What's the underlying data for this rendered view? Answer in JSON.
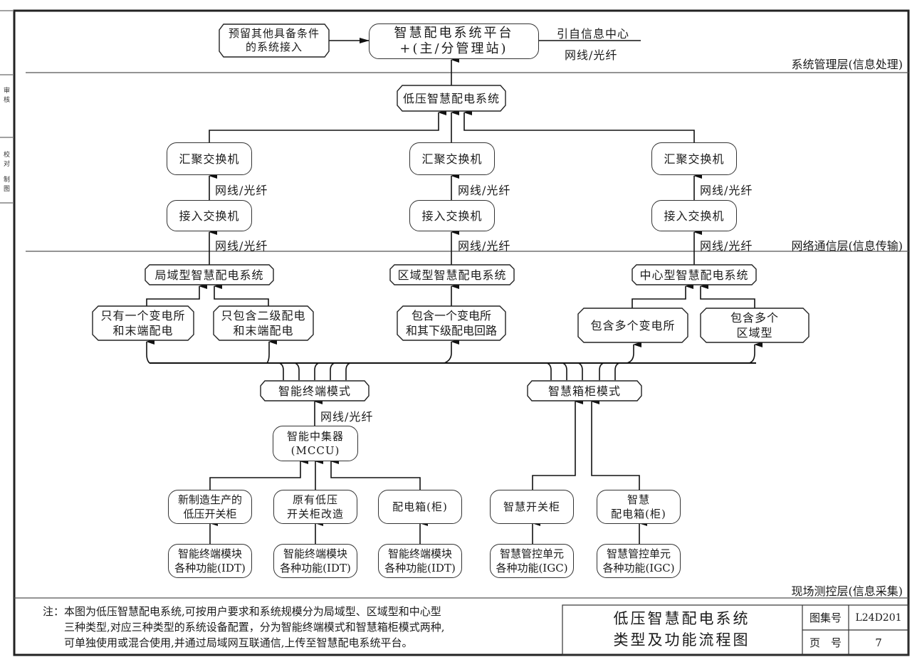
{
  "diagram": {
    "title_block": {
      "title": "低压智慧配电系统\n类型及功能流程图",
      "atlas_label": "图集号",
      "atlas_value": "L24D201",
      "page_label": "页　号",
      "page_value": "7"
    },
    "note": "注：本图为低压智慧配电系统,可按用户要求和系统规模分为局域型、区域型和中心型\n　　三种类型,对应三种类型的系统设备配置，分为智能终端模式和智慧箱柜模式两种,\n　　可单独使用或混合使用,并通过局域网互联通信,上传至智慧配电系统平台。",
    "left_strip": [
      "审核",
      "校对",
      "制图"
    ],
    "layers": {
      "management": "系统管理层(信息处理)",
      "network": "网络通信层(信息传输)",
      "field": "现场测控层(信息采集)"
    },
    "edge_labels": {
      "cable": "网线/光纤",
      "from_info_center": "引自信息中心"
    },
    "nodes": {
      "reserved": "预留其他具备条件\n的系统接入",
      "platform": "智慧配电系统平台\n+(主/分管理站)",
      "lv_system": "低压智慧配电系统",
      "agg_switch_1": "汇聚交换机",
      "agg_switch_2": "汇聚交换机",
      "agg_switch_3": "汇聚交换机",
      "access_switch_1": "接入交换机",
      "access_switch_2": "接入交换机",
      "access_switch_3": "接入交换机",
      "local_type": "局域型智慧配电系统",
      "regional_type": "区域型智慧配电系统",
      "central_type": "中心型智慧配电系统",
      "local_a": "只有一个变电所\n和末端配电",
      "local_b": "只包含二级配电\n和末端配电",
      "regional_a": "包含一个变电所\n和其下级配电回路",
      "central_a": "包含多个变电所",
      "central_b": "包含多个\n区域型",
      "terminal_mode": "智能终端模式",
      "cabinet_mode": "智慧箱柜模式",
      "mccu": "智能中集器\n(MCCU)",
      "new_switchgear": "新制造生产的\n低压开关柜",
      "retrofit_switchgear": "原有低压\n开关柜改造",
      "dist_box": "配电箱(柜)",
      "smart_switchgear": "智慧开关柜",
      "smart_dist_box": "智慧\n配电箱(柜)",
      "idt_1": "智能终端模块\n各种功能(IDT)",
      "idt_2": "智能终端模块\n各种功能(IDT)",
      "idt_3": "智能终端模块\n各种功能(IDT)",
      "igc_1": "智慧管控单元\n各种功能(IGC)",
      "igc_2": "智慧管控单元\n各种功能(IGC)"
    }
  }
}
